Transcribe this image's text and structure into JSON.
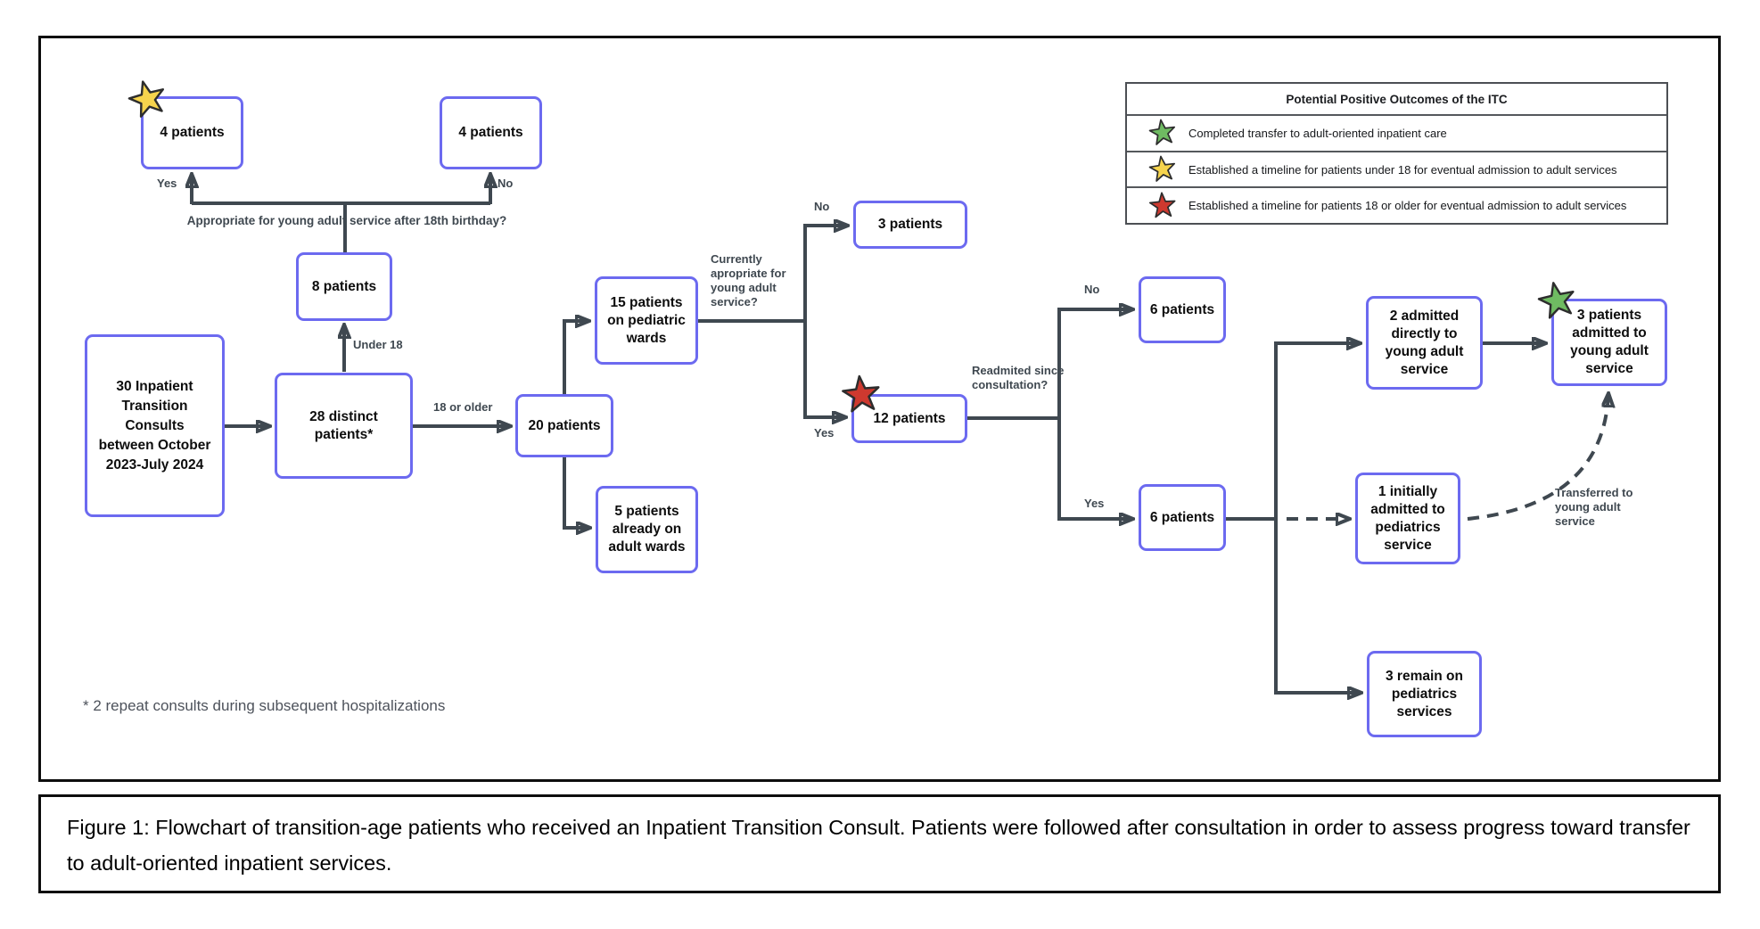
{
  "colors": {
    "node-border": "#6c6af0",
    "connector": "#3f4850",
    "star-yellow": "#f6d44d",
    "star-red": "#ce392f",
    "star-green": "#6fbb62",
    "frame-border": "#0d0d0d",
    "footnote-gray": "#4d525b"
  },
  "nodes": {
    "consults30": {
      "text": "30 Inpatient Transition Consults between October 2023-July 2024"
    },
    "distinct28": {
      "text": "28 distinct patients*"
    },
    "patients8": {
      "text": "8 patients"
    },
    "patients4yes": {
      "text": "4 patients"
    },
    "patients4no": {
      "text": "4 patients"
    },
    "patients20": {
      "text": "20 patients"
    },
    "pediatric15": {
      "text": "15 patients on pediatric wards"
    },
    "adult5": {
      "text": "5 patients already on adult wards"
    },
    "patients3": {
      "text": "3 patients"
    },
    "patients12": {
      "text": "12 patients"
    },
    "no6": {
      "text": "6 patients"
    },
    "yes6": {
      "text": "6 patients"
    },
    "admitted2": {
      "text": "2 admitted directly to young adult service"
    },
    "admitted3": {
      "text": "3 patients admitted to young adult service"
    },
    "initially1": {
      "text": "1 initially admitted to pediatrics service"
    },
    "remain3": {
      "text": "3 remain on pediatrics services"
    }
  },
  "labels": {
    "yes_top": "Yes",
    "no_top": "No",
    "q_birthday": "Appropriate for young adult service after 18th birthday?",
    "under_18": "Under 18",
    "older_18": "18 or older",
    "q_current": "Currently apropriate for young adult service?",
    "no_mid": "No",
    "yes_mid": "Yes",
    "q_readmit": "Readmited since consultation?",
    "no_right": "No",
    "yes_right": "Yes",
    "transferred": "Transferred to young adult service"
  },
  "legend": {
    "title": "Potential Positive Outcomes of the ITC",
    "items": [
      {
        "icon": "green-star",
        "label": "Completed transfer to adult-oriented inpatient care"
      },
      {
        "icon": "yellow-star",
        "label": "Established a timeline for patients under 18 for eventual admission to adult services"
      },
      {
        "icon": "red-star",
        "label": "Established a timeline for patients 18 or older for eventual admission to adult services"
      }
    ]
  },
  "figure": {
    "footnote": "* 2 repeat consults during subsequent hospitalizations",
    "caption": "Figure 1: Flowchart of transition-age patients who received an Inpatient Transition Consult. Patients were followed after consultation in order to assess progress toward transfer to adult-oriented inpatient services."
  }
}
